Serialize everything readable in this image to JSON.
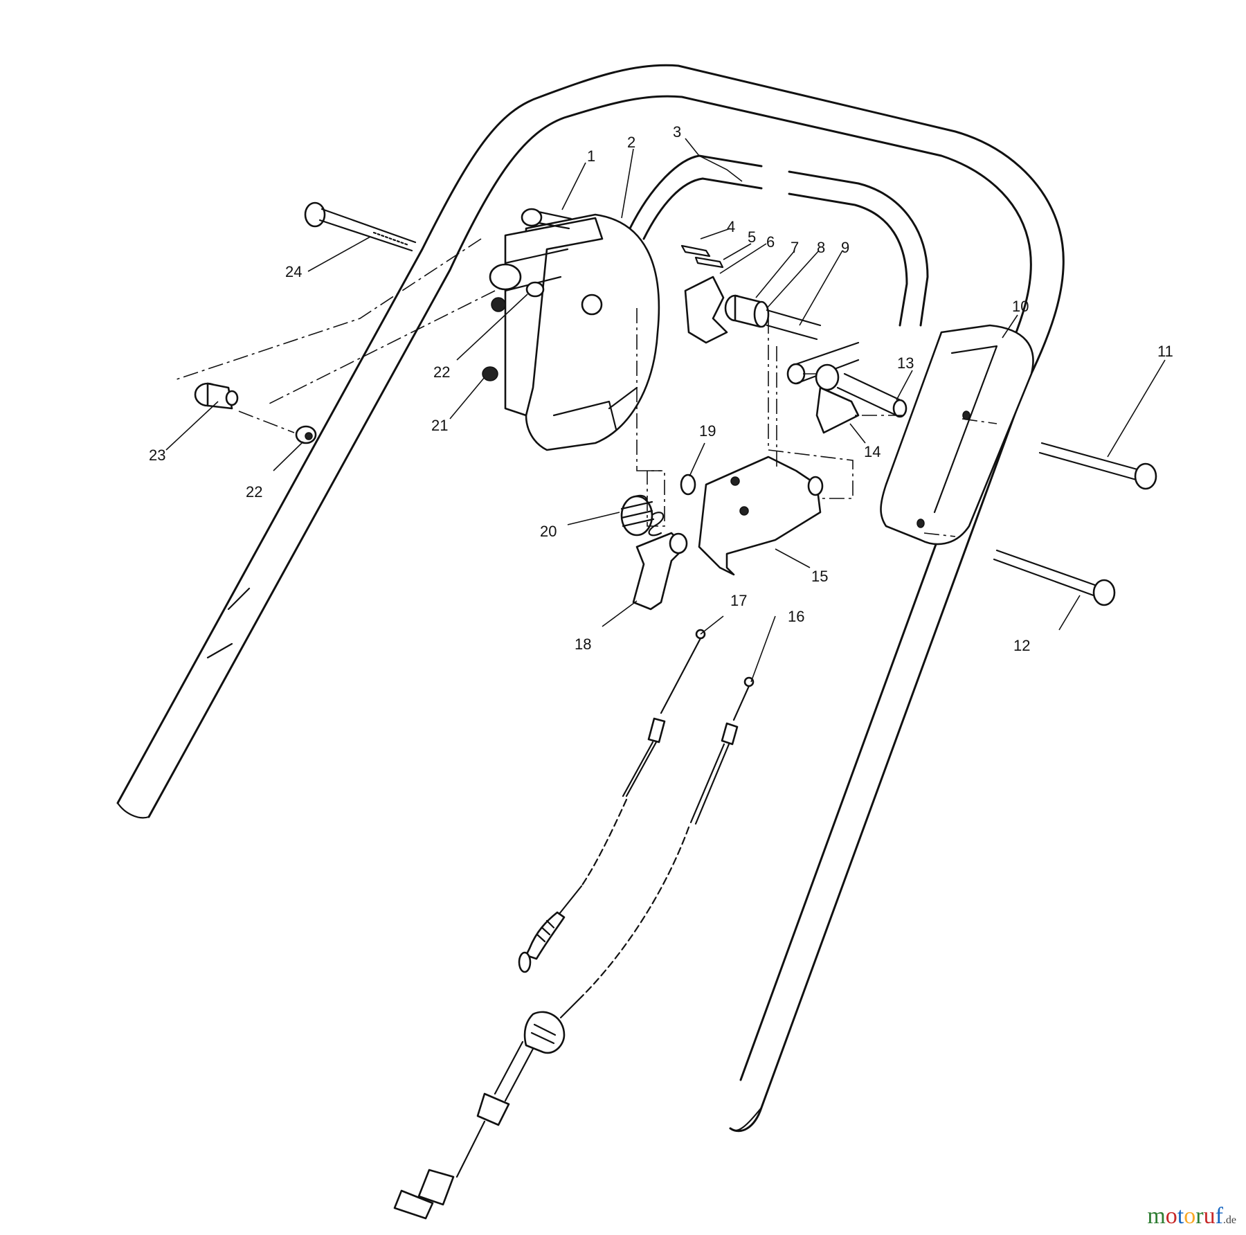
{
  "diagram": {
    "part_numbers": [
      "1",
      "2",
      "3",
      "4",
      "5",
      "6",
      "7",
      "8",
      "9",
      "10",
      "11",
      "12",
      "13",
      "14",
      "15",
      "16",
      "17",
      "18",
      "19",
      "20",
      "21",
      "22",
      "22",
      "23",
      "24"
    ]
  },
  "watermark": {
    "logo_text": "motoruf",
    "tld": ".de"
  }
}
